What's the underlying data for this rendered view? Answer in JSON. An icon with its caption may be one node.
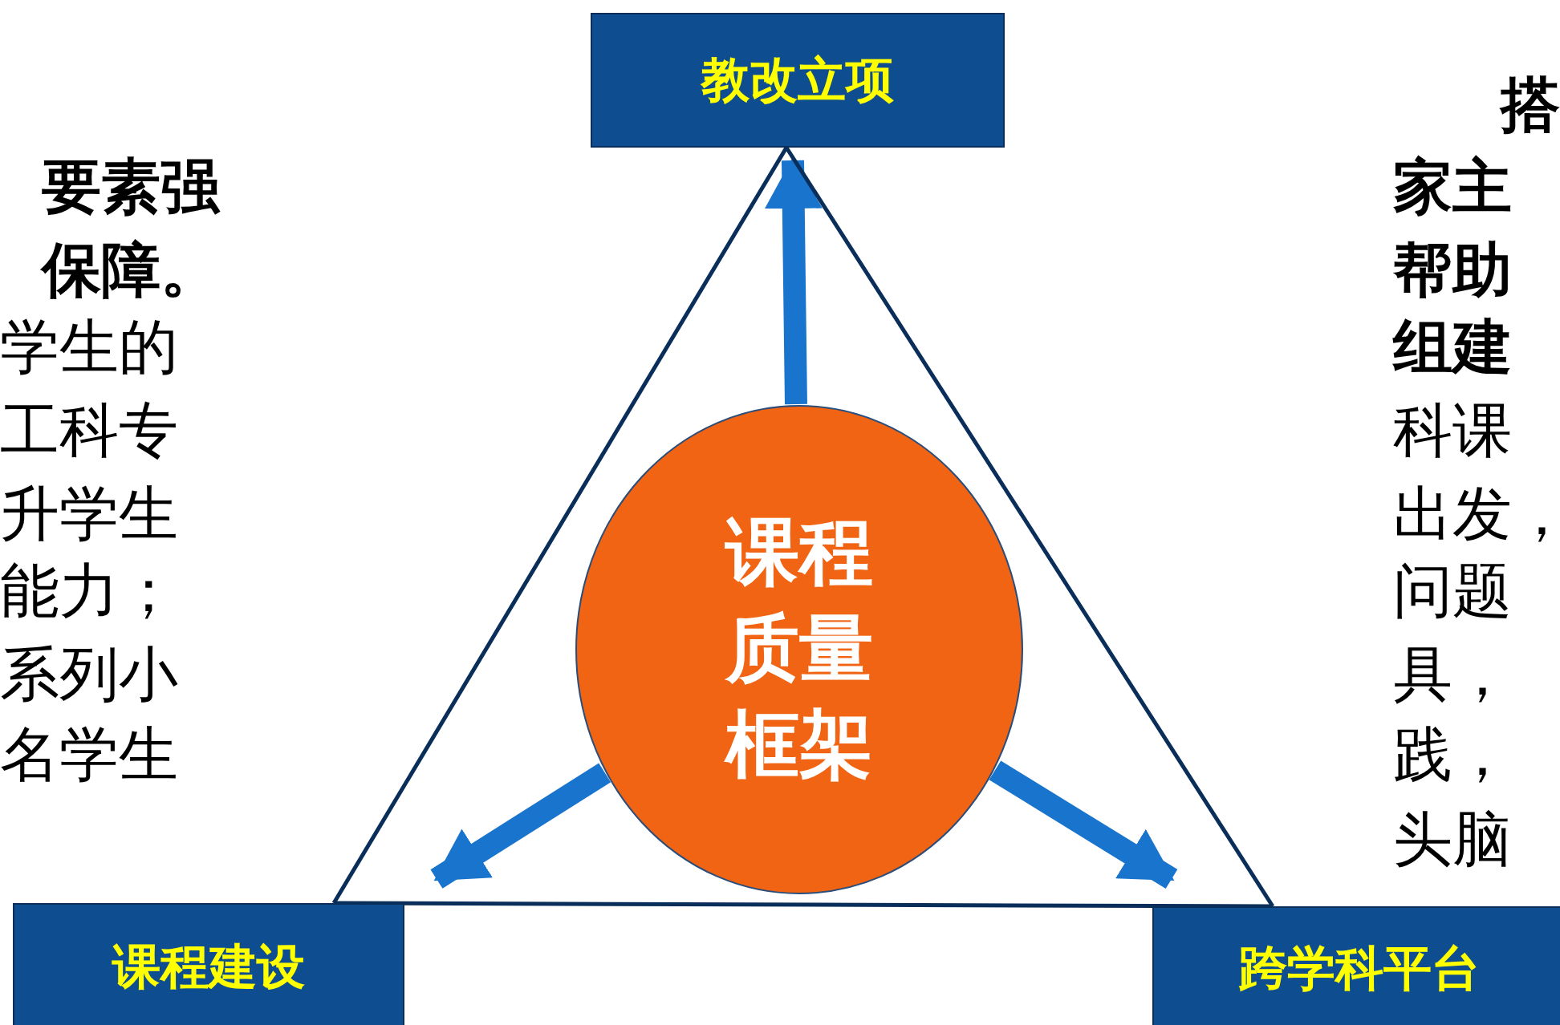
{
  "diagram": {
    "nodes": [
      {
        "text": [
          "教改立项"
        ]
      },
      {
        "text": [
          "课程质量框架"
        ]
      },
      {
        "text": [
          "课程建设"
        ]
      },
      {
        "text": [
          "跨学科平台"
        ]
      }
    ],
    "edges": [
      {
        "from": 1,
        "to": 0,
        "arrow": "to",
        "style": "thick",
        "color": "#1874cd"
      },
      {
        "from": 1,
        "to": 2,
        "arrow": "to",
        "style": "thick",
        "color": "#1874cd"
      },
      {
        "from": 1,
        "to": 3,
        "arrow": "to",
        "style": "thick",
        "color": "#1874cd"
      },
      {
        "from": 0,
        "to": 2,
        "arrow": "none",
        "color": "#0a2e5a"
      },
      {
        "from": 0,
        "to": 3,
        "arrow": "none",
        "color": "#0a2e5a"
      },
      {
        "from": 2,
        "to": 3,
        "arrow": "none",
        "color": "#0a2e5a"
      }
    ],
    "labels": [
      "要素强",
      "保障。",
      "学生的",
      "工科专",
      "升学生",
      "能力；",
      "系列小",
      "名学生",
      "搭",
      "家主",
      "帮助",
      "组建",
      "科课",
      "出发，",
      "问题",
      "具，",
      "践，",
      "头脑"
    ]
  }
}
